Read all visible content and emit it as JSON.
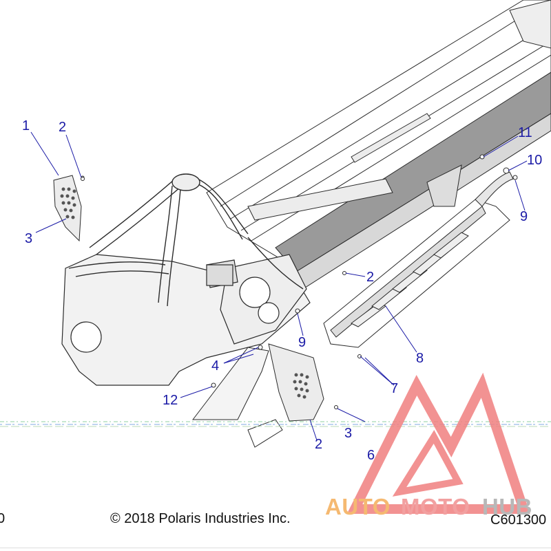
{
  "callouts": [
    {
      "id": "c1",
      "text": "1"
    },
    {
      "id": "c2a",
      "text": "2"
    },
    {
      "id": "c3a",
      "text": "3"
    },
    {
      "id": "c11",
      "text": "11"
    },
    {
      "id": "c10",
      "text": "10"
    },
    {
      "id": "c9a",
      "text": "9"
    },
    {
      "id": "c2b",
      "text": "2"
    },
    {
      "id": "c9b",
      "text": "9"
    },
    {
      "id": "c8",
      "text": "8"
    },
    {
      "id": "c4",
      "text": "4"
    },
    {
      "id": "c7",
      "text": "7"
    },
    {
      "id": "c12",
      "text": "12"
    },
    {
      "id": "c3b",
      "text": "3"
    },
    {
      "id": "c2c",
      "text": "2"
    },
    {
      "id": "c6",
      "text": "6"
    }
  ],
  "footer": {
    "left_fragment": "0",
    "copyright": "© 2018 Polaris Industries Inc.",
    "diagram_code": "C601300"
  },
  "watermark": {
    "word_part1": "AUTO",
    "word_part2": "MOTO",
    "word_part3": "HUB",
    "color_part1": "#f5b971",
    "color_part2": "#f2a0a0",
    "color_part3": "#b8b8b8",
    "triangle_color": "#f08080"
  },
  "colors": {
    "callout": "#1a1aa6",
    "line_art": "#2a2a2a",
    "frame_fill": "#f2f2f2",
    "rail_shade": "#9a9a9a"
  }
}
